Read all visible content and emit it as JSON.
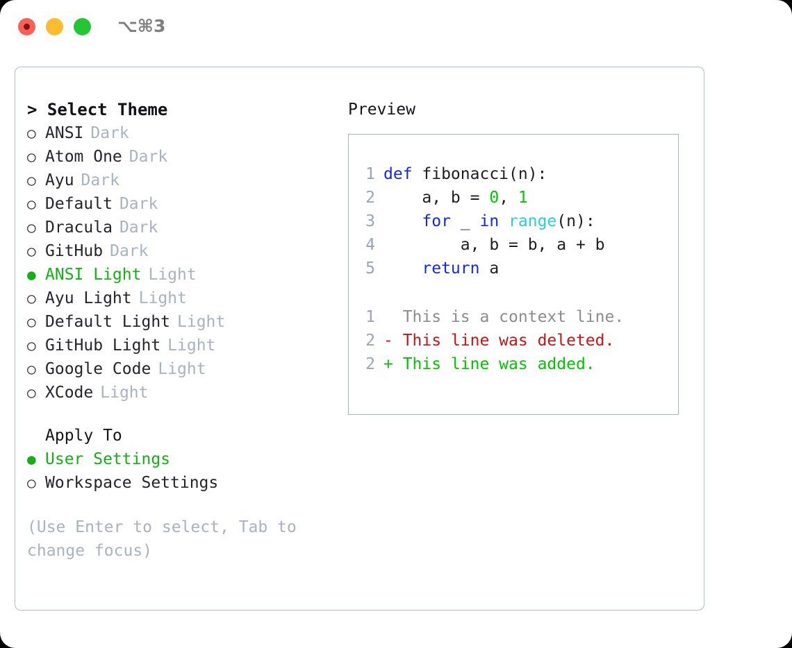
{
  "titlebar": {
    "shortcut": "⌥⌘3",
    "lights": [
      {
        "name": "close",
        "color": "#fb6058"
      },
      {
        "name": "minimize",
        "color": "#fdbc2f"
      },
      {
        "name": "maximize",
        "color": "#25c636"
      }
    ]
  },
  "left": {
    "heading": "> Select Theme",
    "themes": [
      {
        "bullet": "○",
        "name": "ANSI",
        "kind": "Dark",
        "selected": false
      },
      {
        "bullet": "○",
        "name": "Atom One",
        "kind": "Dark",
        "selected": false
      },
      {
        "bullet": "○",
        "name": "Ayu",
        "kind": "Dark",
        "selected": false
      },
      {
        "bullet": "○",
        "name": "Default",
        "kind": "Dark",
        "selected": false
      },
      {
        "bullet": "○",
        "name": "Dracula",
        "kind": "Dark",
        "selected": false
      },
      {
        "bullet": "○",
        "name": "GitHub",
        "kind": "Dark",
        "selected": false
      },
      {
        "bullet": "●",
        "name": "ANSI Light",
        "kind": "Light",
        "selected": true
      },
      {
        "bullet": "○",
        "name": "Ayu Light",
        "kind": "Light",
        "selected": false
      },
      {
        "bullet": "○",
        "name": "Default Light",
        "kind": "Light",
        "selected": false
      },
      {
        "bullet": "○",
        "name": "GitHub Light",
        "kind": "Light",
        "selected": false
      },
      {
        "bullet": "○",
        "name": "Google Code",
        "kind": "Light",
        "selected": false
      },
      {
        "bullet": "○",
        "name": "XCode",
        "kind": "Light",
        "selected": false
      }
    ],
    "apply_to_label": "Apply To",
    "apply_to": [
      {
        "bullet": "●",
        "name": "User Settings",
        "selected": true
      },
      {
        "bullet": "○",
        "name": "Workspace Settings",
        "selected": false
      }
    ],
    "hint": "(Use Enter to select, Tab to change focus)"
  },
  "right": {
    "preview_label": "Preview",
    "code_lines": [
      {
        "no": "1",
        "tokens": [
          {
            "t": "def",
            "c": "kw"
          },
          {
            "t": " fibonacci(n):",
            "c": "pl"
          }
        ]
      },
      {
        "no": "2",
        "tokens": [
          {
            "t": "    a, b = ",
            "c": "pl"
          },
          {
            "t": "0",
            "c": "num"
          },
          {
            "t": ", ",
            "c": "pl"
          },
          {
            "t": "1",
            "c": "num"
          }
        ]
      },
      {
        "no": "3",
        "tokens": [
          {
            "t": "    ",
            "c": "pl"
          },
          {
            "t": "for",
            "c": "kw"
          },
          {
            "t": " _ ",
            "c": "pl"
          },
          {
            "t": "in",
            "c": "kw"
          },
          {
            "t": " ",
            "c": "pl"
          },
          {
            "t": "range",
            "c": "bi"
          },
          {
            "t": "(n):",
            "c": "pl"
          }
        ]
      },
      {
        "no": "4",
        "tokens": [
          {
            "t": "        a, b = b, a + b",
            "c": "pl"
          }
        ]
      },
      {
        "no": "5",
        "tokens": [
          {
            "t": "    ",
            "c": "pl"
          },
          {
            "t": "return",
            "c": "kw"
          },
          {
            "t": " a",
            "c": "pl"
          }
        ]
      }
    ],
    "diff_lines": [
      {
        "no": "1",
        "marker": "  ",
        "text": "This is a context line.",
        "kind": "ctx"
      },
      {
        "no": "2",
        "marker": "- ",
        "text": "This line was deleted.",
        "kind": "del"
      },
      {
        "no": "2",
        "marker": "+ ",
        "text": "This line was added.",
        "kind": "add"
      }
    ]
  },
  "colors": {
    "selected_green": "#13b013",
    "muted_gray": "#a9b2bf",
    "keyword_blue": "#1426e8",
    "builtin_cyan": "#23d3d3",
    "number_green": "#00c400",
    "diff_deleted_red": "#c41414",
    "diff_added_green": "#00c400",
    "panel_border": "#b2bbc9"
  }
}
